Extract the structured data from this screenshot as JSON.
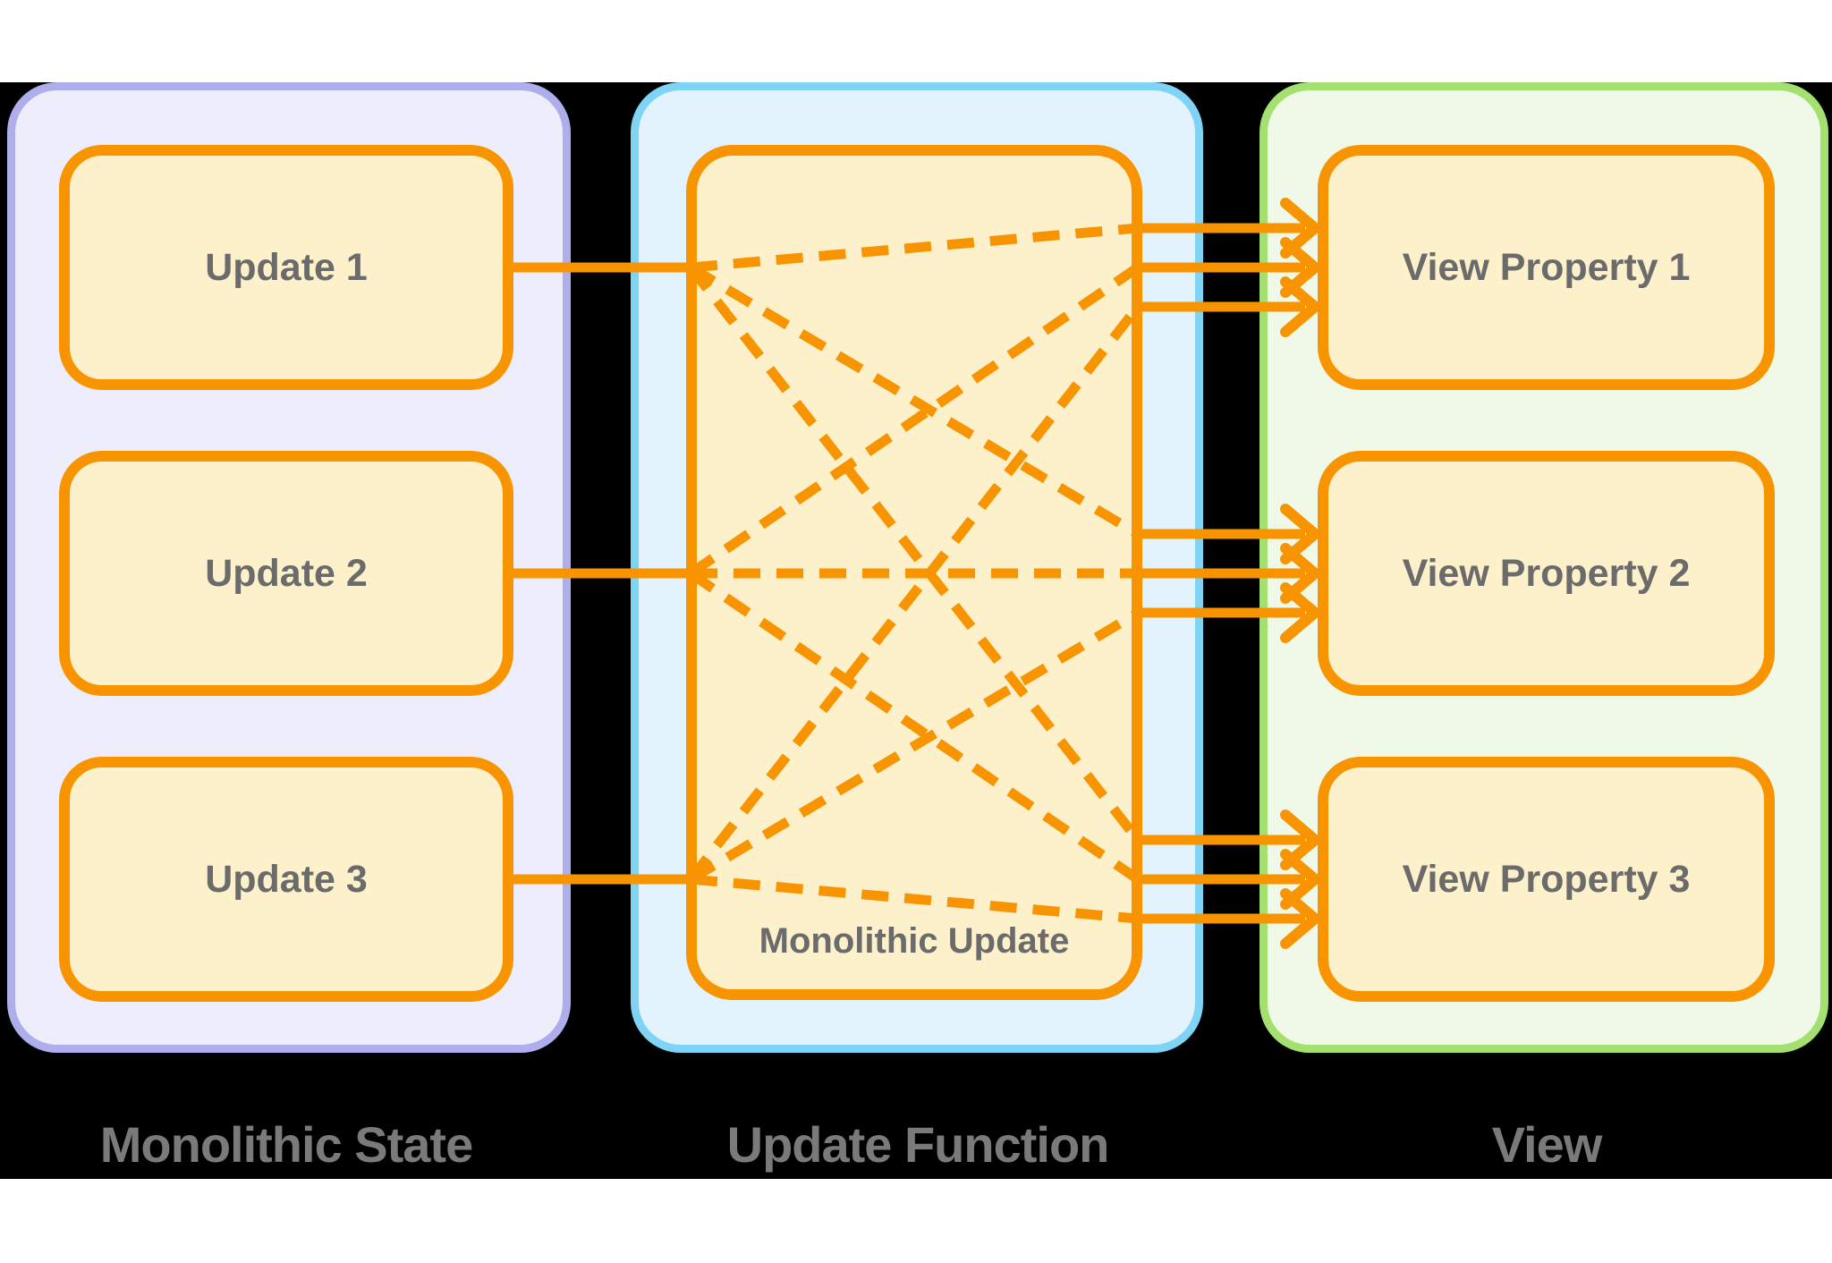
{
  "colors": {
    "background": "#000000",
    "margin_band": "#FFFFFF",
    "orange": "#F79400",
    "box_fill": "#FDF1CB",
    "text_gray": "#6B6B6B",
    "label_gray": "#7A7A7A",
    "state_panel_fill": "#EDEDFB",
    "state_panel_border": "#AEAEED",
    "update_panel_fill": "#E2F3FD",
    "update_panel_border": "#7FD3F4",
    "view_panel_fill": "#F0F9E8",
    "view_panel_border": "#A3E070"
  },
  "panels": {
    "state": {
      "label": "Monolithic State",
      "boxes": [
        {
          "label": "Update 1"
        },
        {
          "label": "Update 2"
        },
        {
          "label": "Update 3"
        }
      ]
    },
    "update": {
      "label": "Update Function",
      "box": {
        "label": "Monolithic Update"
      }
    },
    "view": {
      "label": "View",
      "boxes": [
        {
          "label": "View Property 1"
        },
        {
          "label": "View Property 2"
        },
        {
          "label": "View Property 3"
        }
      ]
    }
  }
}
